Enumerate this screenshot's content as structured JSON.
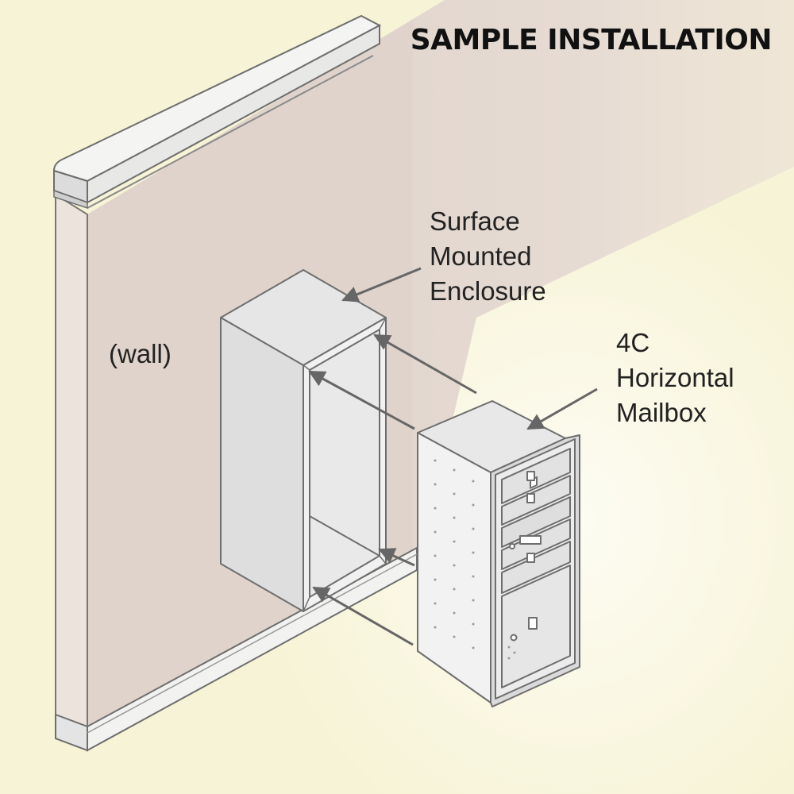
{
  "title": "SAMPLE INSTALLATION",
  "labels": {
    "wall": "(wall)",
    "enclosure": [
      "Surface",
      "Mounted",
      "Enclosure"
    ],
    "mailbox": [
      "4C",
      "Horizontal",
      "Mailbox"
    ]
  },
  "colors": {
    "background": "#f7f3d6",
    "wall": "#e3d7cf",
    "outline": "#6e6e6e",
    "metal_light": "#eeeeee",
    "metal_mid": "#dcdcdc",
    "arrow": "#666666",
    "title": "#111111"
  }
}
